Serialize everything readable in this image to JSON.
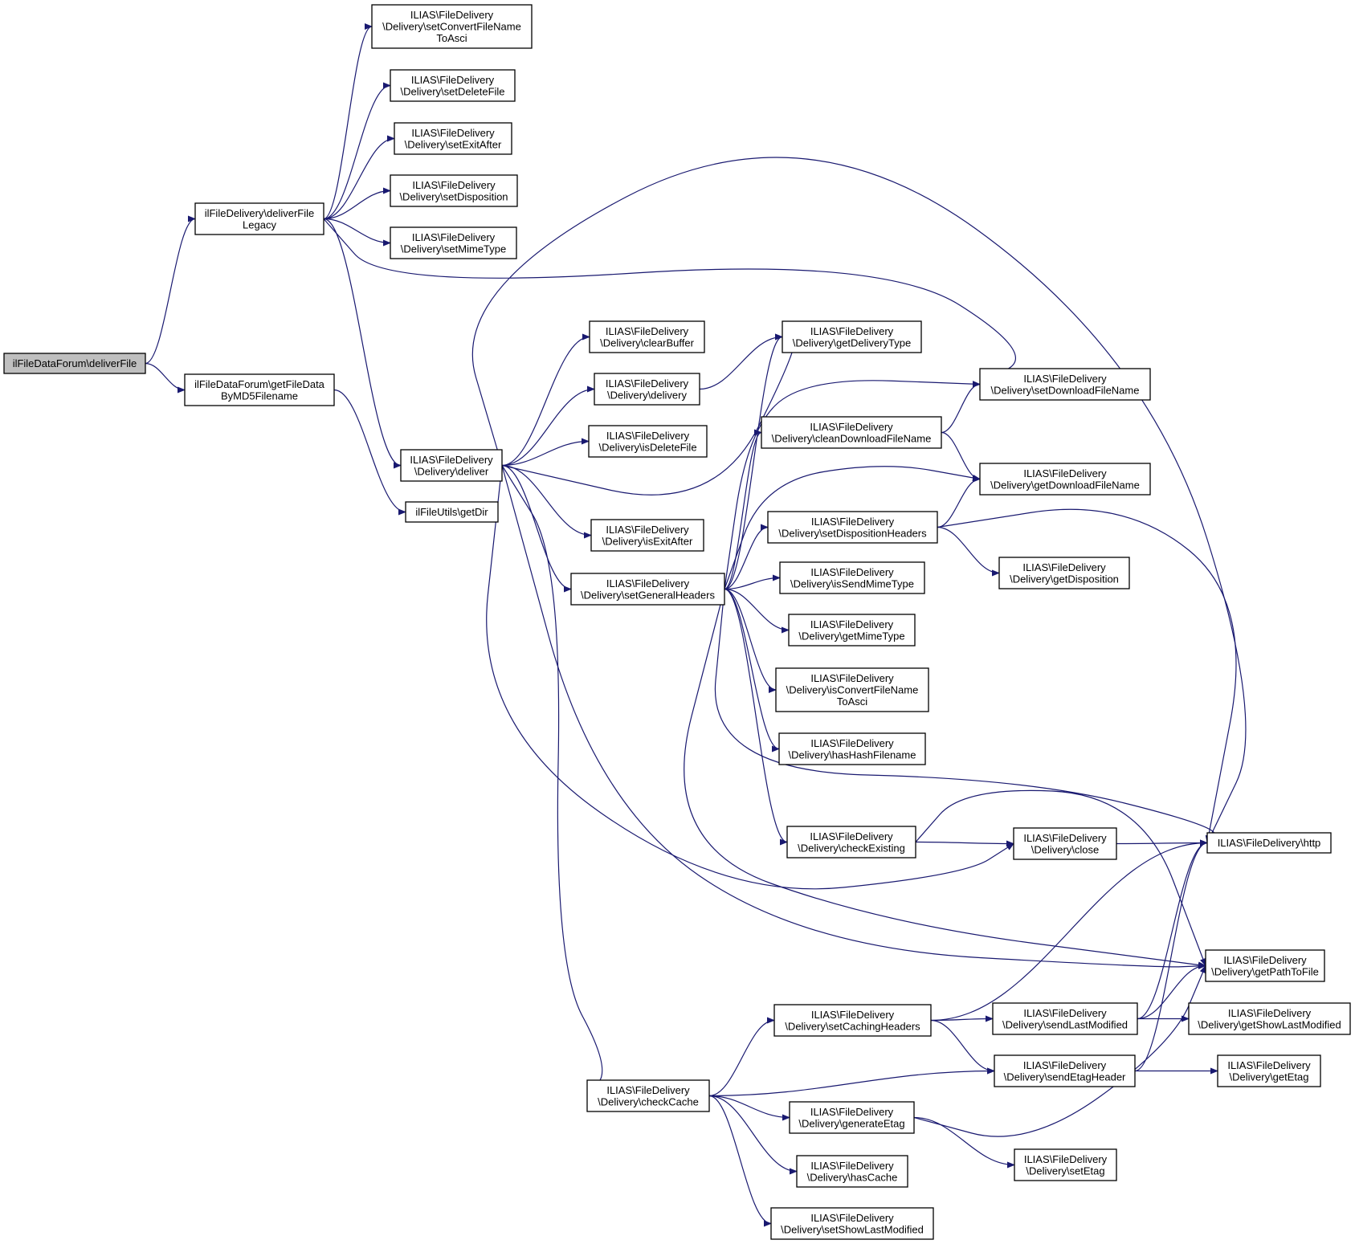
{
  "colors": {
    "edge": "#191970",
    "node_border": "#000000",
    "node_fill": "#ffffff",
    "root_fill": "#bfbfbf"
  },
  "nodes": [
    {
      "id": "deliverFile",
      "lines": [
        "ilFileDataForum\\deliverFile"
      ],
      "root": true
    },
    {
      "id": "deliverFileLegacy",
      "lines": [
        "ilFileDelivery\\deliverFile",
        "Legacy"
      ]
    },
    {
      "id": "getFileDataByMD5Filename",
      "lines": [
        "ilFileDataForum\\getFileData",
        "ByMD5Filename"
      ]
    },
    {
      "id": "getDir",
      "lines": [
        "ilFileUtils\\getDir"
      ]
    },
    {
      "id": "setConvertFileNameToAsci",
      "lines": [
        "ILIAS\\FileDelivery",
        "\\Delivery\\setConvertFileName",
        "ToAsci"
      ]
    },
    {
      "id": "setDeleteFile",
      "lines": [
        "ILIAS\\FileDelivery",
        "\\Delivery\\setDeleteFile"
      ]
    },
    {
      "id": "setExitAfter",
      "lines": [
        "ILIAS\\FileDelivery",
        "\\Delivery\\setExitAfter"
      ]
    },
    {
      "id": "setDisposition",
      "lines": [
        "ILIAS\\FileDelivery",
        "\\Delivery\\setDisposition"
      ]
    },
    {
      "id": "setMimeType",
      "lines": [
        "ILIAS\\FileDelivery",
        "\\Delivery\\setMimeType"
      ]
    },
    {
      "id": "deliver",
      "lines": [
        "ILIAS\\FileDelivery",
        "\\Delivery\\deliver"
      ]
    },
    {
      "id": "clearBuffer",
      "lines": [
        "ILIAS\\FileDelivery",
        "\\Delivery\\clearBuffer"
      ]
    },
    {
      "id": "delivery",
      "lines": [
        "ILIAS\\FileDelivery",
        "\\Delivery\\delivery"
      ]
    },
    {
      "id": "isDeleteFile",
      "lines": [
        "ILIAS\\FileDelivery",
        "\\Delivery\\isDeleteFile"
      ]
    },
    {
      "id": "isExitAfter",
      "lines": [
        "ILIAS\\FileDelivery",
        "\\Delivery\\isExitAfter"
      ]
    },
    {
      "id": "setGeneralHeaders",
      "lines": [
        "ILIAS\\FileDelivery",
        "\\Delivery\\setGeneralHeaders"
      ]
    },
    {
      "id": "checkCache",
      "lines": [
        "ILIAS\\FileDelivery",
        "\\Delivery\\checkCache"
      ]
    },
    {
      "id": "getDeliveryType",
      "lines": [
        "ILIAS\\FileDelivery",
        "\\Delivery\\getDeliveryType"
      ]
    },
    {
      "id": "cleanDownloadFileName",
      "lines": [
        "ILIAS\\FileDelivery",
        "\\Delivery\\cleanDownloadFileName"
      ]
    },
    {
      "id": "setDispositionHeaders",
      "lines": [
        "ILIAS\\FileDelivery",
        "\\Delivery\\setDispositionHeaders"
      ]
    },
    {
      "id": "isSendMimeType",
      "lines": [
        "ILIAS\\FileDelivery",
        "\\Delivery\\isSendMimeType"
      ]
    },
    {
      "id": "getMimeType",
      "lines": [
        "ILIAS\\FileDelivery",
        "\\Delivery\\getMimeType"
      ]
    },
    {
      "id": "isConvertFileNameToAsci",
      "lines": [
        "ILIAS\\FileDelivery",
        "\\Delivery\\isConvertFileName",
        "ToAsci"
      ]
    },
    {
      "id": "hasHashFilename",
      "lines": [
        "ILIAS\\FileDelivery",
        "\\Delivery\\hasHashFilename"
      ]
    },
    {
      "id": "checkExisting",
      "lines": [
        "ILIAS\\FileDelivery",
        "\\Delivery\\checkExisting"
      ]
    },
    {
      "id": "setCachingHeaders",
      "lines": [
        "ILIAS\\FileDelivery",
        "\\Delivery\\setCachingHeaders"
      ]
    },
    {
      "id": "generateEtag",
      "lines": [
        "ILIAS\\FileDelivery",
        "\\Delivery\\generateEtag"
      ]
    },
    {
      "id": "hasCache",
      "lines": [
        "ILIAS\\FileDelivery",
        "\\Delivery\\hasCache"
      ]
    },
    {
      "id": "setShowLastModified",
      "lines": [
        "ILIAS\\FileDelivery",
        "\\Delivery\\setShowLastModified"
      ]
    },
    {
      "id": "setDownloadFileName",
      "lines": [
        "ILIAS\\FileDelivery",
        "\\Delivery\\setDownloadFileName"
      ]
    },
    {
      "id": "getDownloadFileName",
      "lines": [
        "ILIAS\\FileDelivery",
        "\\Delivery\\getDownloadFileName"
      ]
    },
    {
      "id": "getDisposition",
      "lines": [
        "ILIAS\\FileDelivery",
        "\\Delivery\\getDisposition"
      ]
    },
    {
      "id": "close",
      "lines": [
        "ILIAS\\FileDelivery",
        "\\Delivery\\close"
      ]
    },
    {
      "id": "sendLastModified",
      "lines": [
        "ILIAS\\FileDelivery",
        "\\Delivery\\sendLastModified"
      ]
    },
    {
      "id": "sendEtagHeader",
      "lines": [
        "ILIAS\\FileDelivery",
        "\\Delivery\\sendEtagHeader"
      ]
    },
    {
      "id": "setEtag",
      "lines": [
        "ILIAS\\FileDelivery",
        "\\Delivery\\setEtag"
      ]
    },
    {
      "id": "http",
      "lines": [
        "ILIAS\\FileDelivery\\http"
      ]
    },
    {
      "id": "getPathToFile",
      "lines": [
        "ILIAS\\FileDelivery",
        "\\Delivery\\getPathToFile"
      ]
    },
    {
      "id": "getShowLastModified",
      "lines": [
        "ILIAS\\FileDelivery",
        "\\Delivery\\getShowLastModified"
      ]
    },
    {
      "id": "getEtag",
      "lines": [
        "ILIAS\\FileDelivery",
        "\\Delivery\\getEtag"
      ]
    }
  ],
  "edges": [
    [
      "deliverFile",
      "deliverFileLegacy"
    ],
    [
      "deliverFile",
      "getFileDataByMD5Filename"
    ],
    [
      "getFileDataByMD5Filename",
      "getDir"
    ],
    [
      "deliverFileLegacy",
      "setConvertFileNameToAsci"
    ],
    [
      "deliverFileLegacy",
      "setDeleteFile"
    ],
    [
      "deliverFileLegacy",
      "setExitAfter"
    ],
    [
      "deliverFileLegacy",
      "setDisposition"
    ],
    [
      "deliverFileLegacy",
      "setMimeType"
    ],
    [
      "deliverFileLegacy",
      "setDownloadFileName"
    ],
    [
      "deliverFileLegacy",
      "deliver"
    ],
    [
      "deliver",
      "clearBuffer"
    ],
    [
      "deliver",
      "delivery"
    ],
    [
      "deliver",
      "isDeleteFile"
    ],
    [
      "deliver",
      "isExitAfter"
    ],
    [
      "deliver",
      "setGeneralHeaders"
    ],
    [
      "deliver",
      "checkCache"
    ],
    [
      "deliver",
      "http"
    ],
    [
      "deliver",
      "getDeliveryType"
    ],
    [
      "deliver",
      "close"
    ],
    [
      "deliver",
      "getPathToFile"
    ],
    [
      "delivery",
      "getDeliveryType"
    ],
    [
      "setGeneralHeaders",
      "getDeliveryType"
    ],
    [
      "setGeneralHeaders",
      "setDownloadFileName"
    ],
    [
      "setGeneralHeaders",
      "cleanDownloadFileName"
    ],
    [
      "setGeneralHeaders",
      "getDownloadFileName"
    ],
    [
      "setGeneralHeaders",
      "setDispositionHeaders"
    ],
    [
      "setGeneralHeaders",
      "isSendMimeType"
    ],
    [
      "setGeneralHeaders",
      "getMimeType"
    ],
    [
      "setGeneralHeaders",
      "isConvertFileNameToAsci"
    ],
    [
      "setGeneralHeaders",
      "hasHashFilename"
    ],
    [
      "setGeneralHeaders",
      "checkExisting"
    ],
    [
      "setGeneralHeaders",
      "http"
    ],
    [
      "setGeneralHeaders",
      "getPathToFile"
    ],
    [
      "cleanDownloadFileName",
      "setDownloadFileName"
    ],
    [
      "cleanDownloadFileName",
      "getDownloadFileName"
    ],
    [
      "setDispositionHeaders",
      "getDownloadFileName"
    ],
    [
      "setDispositionHeaders",
      "getDisposition"
    ],
    [
      "setDispositionHeaders",
      "http"
    ],
    [
      "checkExisting",
      "close"
    ],
    [
      "checkExisting",
      "getPathToFile"
    ],
    [
      "close",
      "http"
    ],
    [
      "checkCache",
      "setCachingHeaders"
    ],
    [
      "checkCache",
      "sendEtagHeader"
    ],
    [
      "checkCache",
      "generateEtag"
    ],
    [
      "checkCache",
      "hasCache"
    ],
    [
      "checkCache",
      "setShowLastModified"
    ],
    [
      "setCachingHeaders",
      "http"
    ],
    [
      "setCachingHeaders",
      "sendLastModified"
    ],
    [
      "setCachingHeaders",
      "sendEtagHeader"
    ],
    [
      "sendLastModified",
      "http"
    ],
    [
      "sendLastModified",
      "getPathToFile"
    ],
    [
      "sendLastModified",
      "getShowLastModified"
    ],
    [
      "sendEtagHeader",
      "http"
    ],
    [
      "sendEtagHeader",
      "getEtag"
    ],
    [
      "generateEtag",
      "setEtag"
    ],
    [
      "generateEtag",
      "getPathToFile"
    ]
  ]
}
